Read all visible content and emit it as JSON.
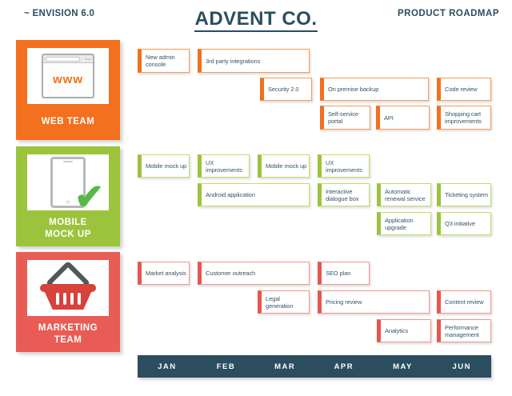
{
  "header": {
    "product_label": "~ ENVISION 6.0",
    "company": "ADVENT CO.",
    "subtitle": "PRODUCT ROADMAP"
  },
  "colors": {
    "navy": "#2C4D5F",
    "orange": "#F3701E",
    "green": "#9CC33C",
    "red": "#E95C55",
    "basket_red": "#D8423C",
    "check_green": "#57B947"
  },
  "teams": [
    {
      "name": "WEB TEAM",
      "color": "#F3701E",
      "icon": "browser-www-icon",
      "icon_text": "www",
      "items": [
        "New admin console",
        "3rd party integrations",
        "Security 2.0",
        "On premise backup",
        "Code review",
        "Self-service portal",
        "API",
        "Shopping cart improvements"
      ]
    },
    {
      "name": "MOBILE MOCK UP",
      "color": "#9CC33C",
      "icon": "phone-checkmark-icon",
      "items": [
        "Mobile mock up",
        "UX improvements",
        "Mobile mock up",
        "UX improvements",
        "Android application",
        "Interactive dialogue box",
        "Automatic renewal service",
        "Ticketing system",
        "Application upgrade",
        "Q3 initiative"
      ]
    },
    {
      "name": "MARKETING TEAM",
      "color": "#E95C55",
      "icon": "shopping-basket-icon",
      "items": [
        "Market analysis",
        "Customer outreach",
        "SEO plan",
        "Legal generation",
        "Pricing review",
        "Content review",
        "Analytics",
        "Performance management"
      ]
    }
  ],
  "timeline": {
    "bar_color": "#2C4D5F",
    "months": [
      "JAN",
      "FEB",
      "MAR",
      "APR",
      "MAY",
      "JUN"
    ]
  }
}
